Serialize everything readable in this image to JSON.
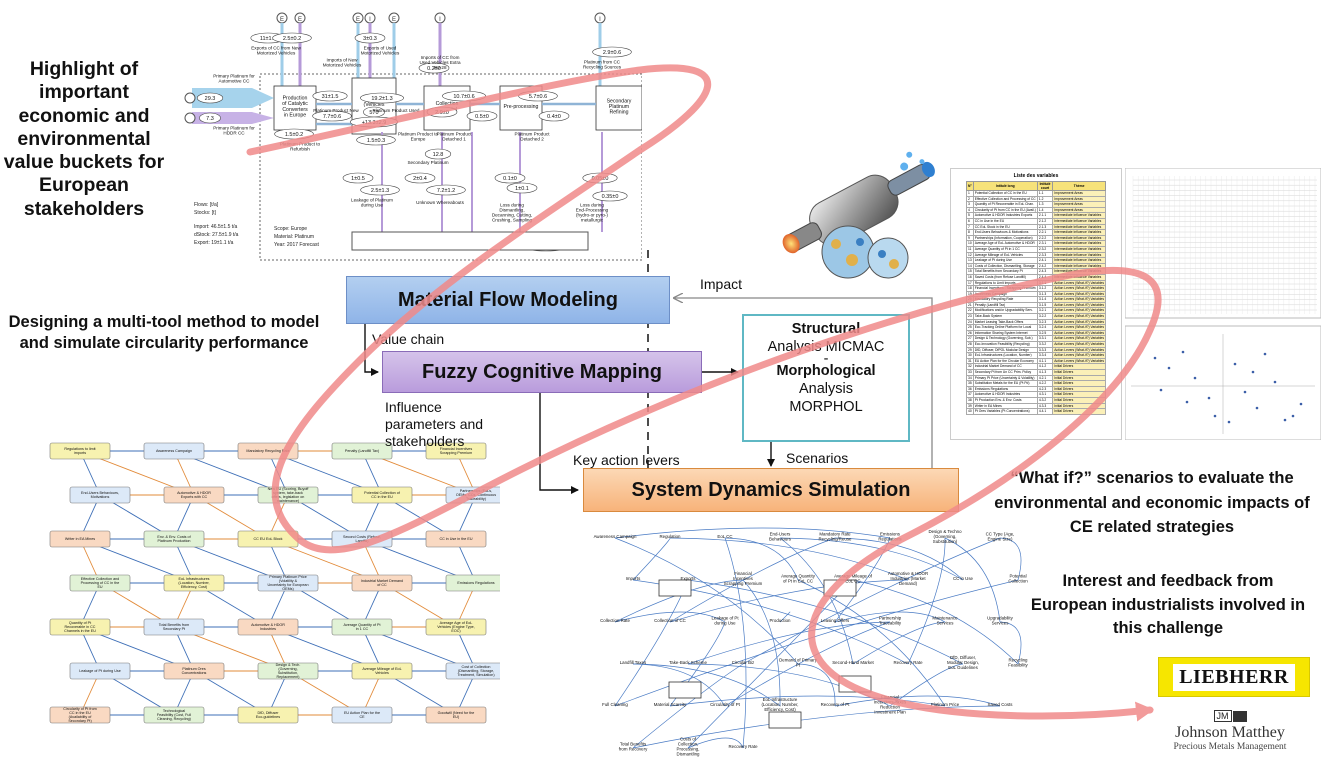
{
  "captions": {
    "highlight": "Highlight of important economic and environmental value buckets for European stakeholders",
    "designing": "Designing a multi-tool method to model and simulate circularity performance",
    "whatif": "“What if?” scenarios to evaluate the environmental and economic impacts of CE related strategies",
    "interest": "Interest and feedback from European industrialists involved in this challenge"
  },
  "method": {
    "mfm": "Material Flow Modeling",
    "fcm": "Fuzzy Cognitive Mapping",
    "sds": "System Dynamics Simulation",
    "structural_title": "Structural",
    "structural_sub": "Analysis MICMAC",
    "morph_title": "Morphological",
    "morph_sub1": "Analysis",
    "morph_sub2": "MORPHOL",
    "impact": "Impact",
    "value_chain": "Value chain",
    "influence": "Influence parameters and stakeholders",
    "key_action": "Key action levers",
    "scenarios": "Scenarios"
  },
  "mfa": {
    "nodes": [
      "Production of Catalytic Converters in Europe",
      "Use (Vehicles in)",
      "Collection Potential",
      "Pre-processing",
      "Secondary Platinum Refining"
    ],
    "values": [
      "29.3",
      "7.3",
      "31±1.5",
      "19.2±1.3",
      "10.7±0.6",
      "5.7±0.6",
      "570",
      "+13.3±2.9",
      "7.7±0.6",
      "2.9±0",
      "0.5±0",
      "0.4±0",
      "12.8",
      "1.5±0.2",
      "1.5±0.3",
      "2.9±0.6",
      "1±0.5",
      "2.5±1.3",
      "2±0.4",
      "7.2±1.2",
      "0.1±0",
      "1±0.1",
      "0.05±0",
      "0.35±0",
      "11±1.2",
      "2.5±0.2",
      "3±0.3",
      "0.2±0",
      "+14.2±1.8"
    ],
    "labels": [
      "Primary Platinum for Automotive CC",
      "Primary Platinum for HDDR CC",
      "Exports of CC from New Motorized Vehicles",
      "Imports of New Motorized Vehicles",
      "Exports of Used Motorized Vehicles",
      "Imports of CC from Used Vehicles Extra EU-28",
      "Platinum from CC Recycling Sources",
      "Platinum Product New",
      "Platinum Product Used",
      "Platinum Product to Europe",
      "Platinum Product to Refurbish",
      "Platinum Product Detached 1",
      "Platinum Product Detached 2",
      "Secondary Platinum",
      "Leakage of Platinum during Use",
      "Unknown Whereabouts",
      "Loss during Dismantling, Decanning, Cutting, Crushing, Sampling",
      "Loss during End-Processing (hydro-or pyro-) metallurgic",
      "Losses"
    ],
    "legend": [
      "Flows: [t/a]",
      "Stocks: [t]",
      "Import: 46.5±1.5 t/a",
      "dStock: 27.5±1.9 t/a",
      "Export: 19±1.1 t/a"
    ],
    "scope": [
      "Scope: Europe",
      "Material: Platinum",
      "Year: 2017 Forecast"
    ],
    "markers": [
      "E",
      "E",
      "E",
      "I",
      "E",
      "I",
      "I",
      "I",
      "I"
    ]
  },
  "fcm_nodes": [
    "Regulations to limit imports",
    "Awareness Campaign",
    "Mandatory Recycling Rate",
    "Penalty (Landfill Tax)",
    "Financial Incentives Scrapping Premium",
    "End-Users Behaviours, Motivations",
    "Automotive & HDOR Exports with CC",
    "New EU (Scoring, Buyoff system, take-back offers, legislation on maintenance)",
    "Potential Collection of CC in the EU",
    "Partnerships (EoLs, OEMs, CCs, Continuous Traceability)",
    "Writer in EA Mines",
    "Env. & Env. Costs of Platinum Production",
    "CC EU EoL Block",
    "Second Costs (Refuse, Landfill)",
    "CC in Use in the EU",
    "Effective Collection and Processing of CC in the EU",
    "EoL Infrastructures (Location, Number, Efficiency, Cost)",
    "Primary Platinum Price (Volatility & Uncertainty for European OEMs)",
    "Industrial Market Demand of CC",
    "Emissions Regulations",
    "Quantity of Pt Recoverable in CC Channels in the EU",
    "Total Benefits from Secondary Pt",
    "Automotive & HDOR Industries",
    "Average Quantity of Pt in 1 CC",
    "Average Age of EoL Vehicles (Engine Type, EOC)",
    "Leakage of Pt during Use",
    "Platinum Ores Concentrations",
    "Design & Tech. (Governing, Substitution, Replacement)",
    "Average Mileage of EoL Vehicles",
    "Cost of Collection (Dismantling, Storage, Treatment, Simulation)",
    "Circularity of Pt from CC in the EU (Availability of Secondary Pt)",
    "Technological Feasibility (Cost, Full Cleaning, Recycling)",
    "DfD, Diffuser Eco-guidelines",
    "EU Action Plan for the CE",
    "Goodwill (Need for the EU)"
  ],
  "variables": {
    "title": "Liste des variables",
    "headers": [
      "N°",
      "Intitulé long",
      "Intitulé court",
      "Thème"
    ],
    "rows": [
      [
        "1",
        "Potential Collection of CC in the EU",
        "1.1",
        "Improvement Areas"
      ],
      [
        "2",
        "Effective Collection and Processing of CC",
        "1.2",
        "Improvement Areas"
      ],
      [
        "3",
        "Quantity of Pt Recoverable in EoL Chan.",
        "1.3",
        "Improvement Areas"
      ],
      [
        "4",
        "Circularity of Pt from CC in the EU (Avail.)",
        "1.4",
        "Improvement Areas"
      ],
      [
        "5",
        "Automotive & HDOR Industries Exports",
        "2.1.1",
        "Intermediate Influence Variables"
      ],
      [
        "6",
        "CC in Use in the EU",
        "2.1.2",
        "Intermediate Influence Variables"
      ],
      [
        "7",
        "CC EoL Stock in the EU",
        "2.1.3",
        "Intermediate Influence Variables"
      ],
      [
        "8",
        "End-Users Behaviours & Motivations",
        "2.2.1",
        "Intermediate Influence Variables"
      ],
      [
        "9",
        "Partnerships (Information, Cooperation)",
        "2.2.2",
        "Intermediate Influence Variables"
      ],
      [
        "10",
        "Average Age of EoL Automotive & HDOR",
        "2.3.1",
        "Intermediate Influence Variables"
      ],
      [
        "11",
        "Average Quantity of Pt in 1 CC",
        "2.3.2",
        "Intermediate Influence Variables"
      ],
      [
        "12",
        "Average Mileage of EoL Vehicles",
        "2.3.3",
        "Intermediate Influence Variables"
      ],
      [
        "13",
        "Leakage of Pt during Use",
        "2.4.1",
        "Intermediate Influence Variables"
      ],
      [
        "14",
        "Costs of Collection, Dismantling, Storage",
        "2.4.2",
        "Intermediate Influence Variables"
      ],
      [
        "15",
        "Total Benefits from Secondary Pt",
        "2.4.3",
        "Intermediate Influence Variables"
      ],
      [
        "16",
        "Saved Costs (from Refuse Landfill)",
        "2.4.4",
        "Intermediate Influence Variables"
      ],
      [
        "17",
        "Regulations to Limit Imports",
        "3.1.1",
        "Action Levers (What-if?) Variables"
      ],
      [
        "18",
        "Financial Incentives - Scrapping Premium",
        "3.1.2",
        "Action Levers (What-if?) Variables"
      ],
      [
        "19",
        "Awareness Campaign",
        "3.1.3",
        "Action Levers (What-if?) Variables"
      ],
      [
        "20",
        "Mandatory Recycling Rate",
        "3.1.4",
        "Action Levers (What-if?) Variables"
      ],
      [
        "21",
        "Penalty (Landfill Tax)",
        "3.1.5",
        "Action Levers (What-if?) Variables"
      ],
      [
        "22",
        "Modifications and/or Upgradability Serv.",
        "3.2.1",
        "Action Levers (What-if?) Variables"
      ],
      [
        "23",
        "Take-Back System",
        "3.2.2",
        "Action Levers (What-if?) Variables"
      ],
      [
        "24",
        "Market Leasing Take-Back Offers",
        "3.2.3",
        "Action Levers (What-if?) Variables"
      ],
      [
        "25",
        "Eco-Tracking Online Platform for Local",
        "3.2.4",
        "Action Levers (What-if?) Variables"
      ],
      [
        "26",
        "Information Sharing System Internet",
        "3.2.5",
        "Action Levers (What-if?) Variables"
      ],
      [
        "27",
        "Design & Technology (Governing, Sub.)",
        "3.3.1",
        "Action Levers (What-if?) Variables"
      ],
      [
        "28",
        "Eco-Innovation Feasibility (Recycling)",
        "3.3.2",
        "Action Levers (What-if?) Variables"
      ],
      [
        "29",
        "DfD, Diffuser, DfPOL Modular Design",
        "3.3.3",
        "Action Levers (What-if?) Variables"
      ],
      [
        "30",
        "EoL Infrastructures (Location, Number)",
        "3.3.4",
        "Action Levers (What-if?) Variables"
      ],
      [
        "31",
        "EU Action Plan for the Circular Economy",
        "4.1.1",
        "Action Levers (What-if?) Variables"
      ],
      [
        "32",
        "Industrial Market Demand of CC",
        "4.1.2",
        "Initial Drivers"
      ],
      [
        "33",
        "Secondary Pt from Un CC Prim. Policy",
        "4.1.3",
        "Initial Drivers"
      ],
      [
        "34",
        "Primary Pt Price (Uncertainty & Volatility)",
        "4.2.1",
        "Initial Drivers"
      ],
      [
        "35",
        "Substitution Metals for the EU (Pt Pd)",
        "4.2.2",
        "Initial Drivers"
      ],
      [
        "36",
        "Emissions Regulations",
        "4.2.3",
        "Initial Drivers"
      ],
      [
        "37",
        "Automotive & HDOR Industries",
        "4.3.1",
        "Initial Drivers"
      ],
      [
        "38",
        "Pt Production Env. & Env. Costs",
        "4.3.2",
        "Initial Drivers"
      ],
      [
        "39",
        "Writer in EA Mines",
        "4.3.3",
        "Initial Drivers"
      ],
      [
        "40",
        "Pt Ores Variables (Pt Concentrations)",
        "4.4.1",
        "Initial Drivers"
      ]
    ]
  },
  "sd_labels": [
    "Awareness Campaign",
    "Regulation",
    "EoL CC",
    "End-Users Behaviours",
    "Mandatory Rate Recycling/Reuse",
    "Emissions Regulations",
    "Design & Techno (Governing, Substitution)",
    "CC Type (Age, Engine Size)",
    "Imports",
    "Exports",
    "Financial Incentives Scrapping Premium",
    "Average Quantity of Pt in EoL CC",
    "Average Mileage of EoL CC",
    "Automotive & HDOR Industries (Market Demand)",
    "CC in Use",
    "Potential Collection",
    "Collection Rate",
    "Collection of CC",
    "Leakage of Pt during Use",
    "Production",
    "Leasing Offers",
    "Partnership Traceability",
    "Maintenance Services",
    "Upgradability Services",
    "Landfill Taxes",
    "Take-Back Scheme",
    "Circular Biz",
    "Demand of Primary Pt",
    "Second-Hand Market",
    "Recovery Rate",
    "DfD, Diffuser, Modular Design, EoL Guidelines",
    "Recycling Feasibility",
    "Full Cleaning",
    "Material Scarcity",
    "Circularity of Pt",
    "EoL Infrastructure (Location, Number, Efficiency, Cost)",
    "Recovery of Pt",
    "Financial Incentives Taxes Reduction Investment Plan",
    "Platinum Price",
    "Saved Costs",
    "Total Benefits from Recovery",
    "Costs of Collection, Processing, Dismantling",
    "Recovery Rate"
  ],
  "logos": {
    "liebherr": "LIEBHERR",
    "jm": "JM",
    "johnson_matthey": "Johnson Matthey",
    "pmm": "Precious Metals Management"
  }
}
